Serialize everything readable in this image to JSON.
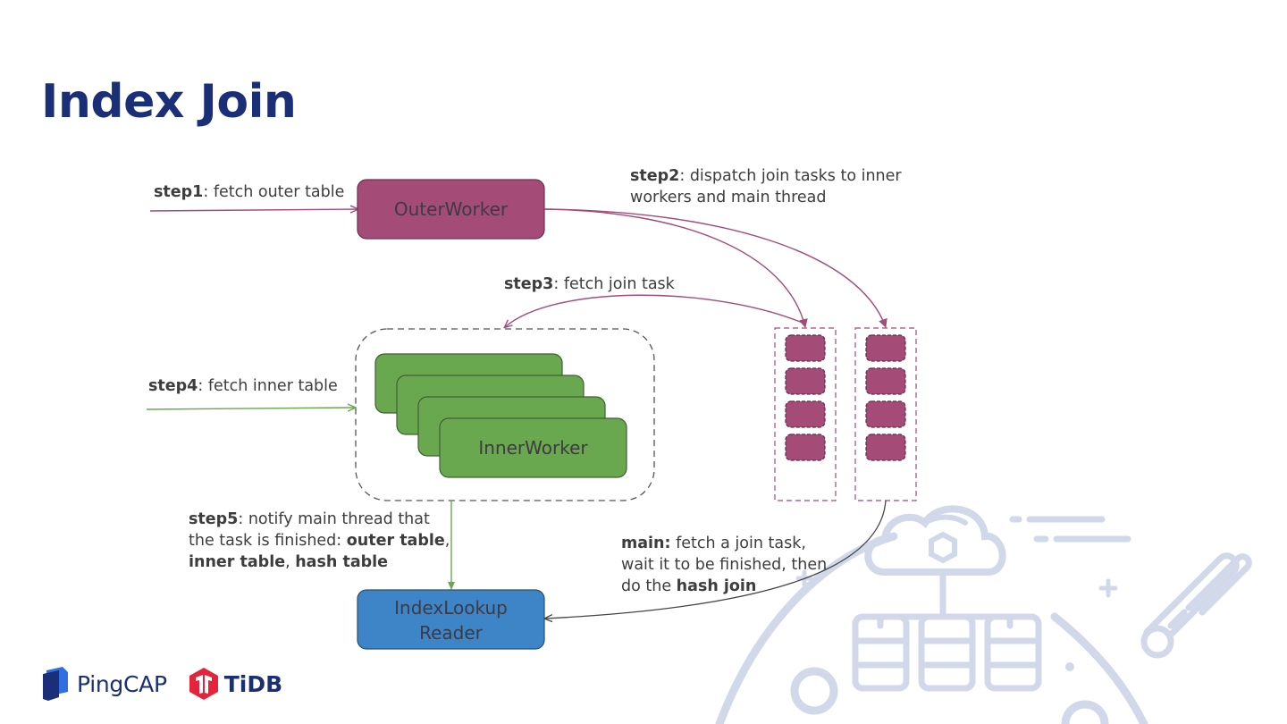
{
  "slide": {
    "title": "Index Join"
  },
  "colors": {
    "title": "#1b2f78",
    "outer_worker": "#a54b78",
    "inner_worker": "#6aa84f",
    "index_lookup": "#3d85c6",
    "task_block": "#a54b78",
    "outer_arrow": "#a54b78",
    "inner_arrow": "#6aa84f",
    "main_arrow": "#444444",
    "background_art": "#d0d8ea"
  },
  "nodes": {
    "outer_worker": "OuterWorker",
    "inner_worker": "InnerWorker",
    "index_lookup_line1": "IndexLookup",
    "index_lookup_line2": "Reader"
  },
  "steps": {
    "step1": {
      "key": "step1",
      "text": ": fetch outer table"
    },
    "step2": {
      "key": "step2",
      "text_line1": ": dispatch join tasks to inner",
      "text_line2": "workers and main thread"
    },
    "step3": {
      "key": "step3",
      "text": ": fetch join task"
    },
    "step4": {
      "key": "step4",
      "text": ": fetch inner table"
    },
    "step5": {
      "key": "step5",
      "text_line1": ": notify main thread that",
      "text_line2": "the task is finished: ",
      "bold_outer": "outer table",
      "comma1": ",",
      "bold_inner": "inner table",
      "comma2": ", ",
      "bold_hash": "hash table"
    },
    "main": {
      "key": "main:",
      "text_line1": " fetch a join task,",
      "text_line2": "wait it to be finished, then",
      "text_line3": "do the ",
      "bold": "hash join"
    }
  },
  "task_queues": [
    {
      "name": "inner-worker-task-queue",
      "tasks": 4
    },
    {
      "name": "main-thread-task-queue",
      "tasks": 4
    }
  ],
  "inner_worker_stack_count": 4,
  "footer": {
    "brand1": "PingCAP",
    "brand2": "TiDB"
  }
}
